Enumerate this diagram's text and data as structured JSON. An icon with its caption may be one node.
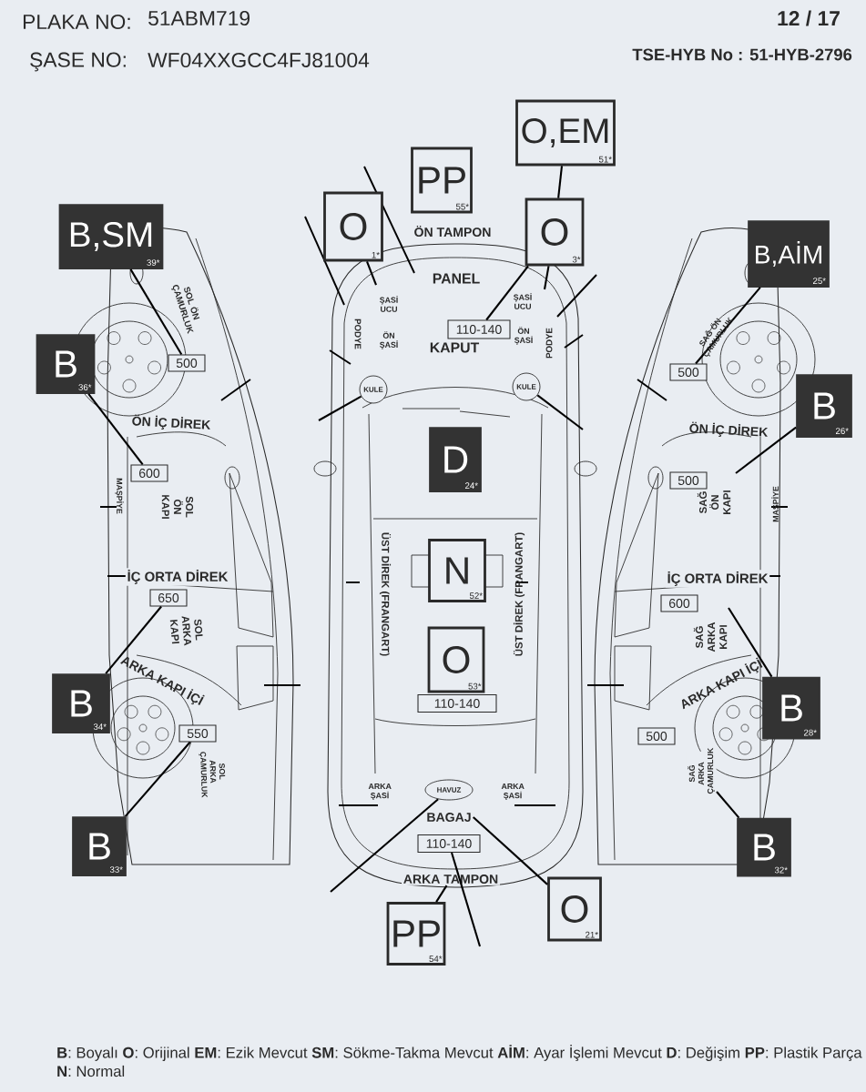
{
  "diagram": {
    "nodes": [
      {
        "text": [
          "B,SM",
          "39*"
        ]
      },
      {
        "text": [
          "B",
          "36*"
        ]
      },
      {
        "text": [
          "500"
        ]
      },
      {
        "text": [
          "600"
        ]
      },
      {
        "text": [
          "650"
        ]
      },
      {
        "text": [
          "B",
          "34*"
        ]
      },
      {
        "text": [
          "550"
        ]
      },
      {
        "text": [
          "B",
          "33*"
        ]
      },
      {
        "text": [
          "PP",
          "55*"
        ]
      },
      {
        "text": [
          "O,EM",
          "51*"
        ]
      },
      {
        "text": [
          "O",
          "1*"
        ]
      },
      {
        "text": [
          "O",
          "3*"
        ]
      },
      {
        "text": [
          "110-140"
        ]
      },
      {
        "text": [
          "KULE"
        ]
      },
      {
        "text": [
          "KULE"
        ]
      },
      {
        "text": [
          "D",
          "24*"
        ]
      },
      {
        "text": [
          "N",
          "52*"
        ]
      },
      {
        "text": [
          "O",
          "53*"
        ]
      },
      {
        "text": [
          "110-140"
        ]
      },
      {
        "text": [
          "HAVUZ"
        ]
      },
      {
        "text": [
          "110-140"
        ]
      },
      {
        "text": [
          "PP",
          "54*"
        ]
      },
      {
        "text": [
          "O",
          "21*"
        ]
      },
      {
        "text": [
          "B,AİM",
          "25*"
        ]
      },
      {
        "text": [
          "500"
        ]
      },
      {
        "text": [
          "B",
          "26*"
        ]
      },
      {
        "text": [
          "500"
        ]
      },
      {
        "text": [
          "600"
        ]
      },
      {
        "text": [
          "B",
          "28*"
        ]
      },
      {
        "text": [
          "500"
        ]
      },
      {
        "text": [
          "B",
          "32*"
        ]
      },
      {
        "text": [
          "BAGAJ"
        ]
      },
      {
        "text": [
          "ARKA TAMPON"
        ]
      },
      {
        "text": [
          "SAĞ ARKA ÇAMURLUK"
        ]
      }
    ],
    "edges": [
      {
        "from": 0,
        "to": 2,
        "arrow": "none"
      },
      {
        "from": 1,
        "to": 3,
        "arrow": "none"
      },
      {
        "from": 5,
        "to": 4,
        "arrow": "none"
      },
      {
        "from": 7,
        "to": 6,
        "arrow": "none"
      },
      {
        "from": 9,
        "to": 11,
        "arrow": "none"
      },
      {
        "from": 11,
        "to": 12,
        "arrow": "none"
      },
      {
        "from": 11,
        "to": null,
        "arrow": "none"
      },
      {
        "from": 10,
        "to": null,
        "arrow": "none"
      },
      {
        "from": 13,
        "to": null,
        "arrow": "none"
      },
      {
        "from": 14,
        "to": null,
        "arrow": "none"
      },
      {
        "from": 19,
        "to": null,
        "arrow": "none"
      },
      {
        "from": 20,
        "to": null,
        "arrow": "none"
      },
      {
        "from": 21,
        "to": 32,
        "arrow": "none"
      },
      {
        "from": 22,
        "to": 31,
        "arrow": "none"
      },
      {
        "from": 23,
        "to": 24,
        "arrow": "none"
      },
      {
        "from": 25,
        "to": null,
        "arrow": "none"
      },
      {
        "from": 28,
        "to": null,
        "arrow": "none"
      },
      {
        "from": 30,
        "to": 33,
        "arrow": "none"
      }
    ],
    "labels": [
      "PLAKA NO:",
      "51ABM719",
      "ŞASE NO:",
      "WF04XXGCC4FJ81004",
      "12 / 17",
      "TSE-HYB No : 51-HYB-2796",
      "SOL ÖN ÇAMURLUK",
      "ÖN İÇ DİREK",
      "MAŞPİYE",
      "SOL ÖN KAPI",
      "İÇ ORTA DİREK",
      "SOL ARKA KAPI",
      "ARKA KAPI İÇİ",
      "SOL ARKA ÇAMURLUK",
      "ÖN TAMPON",
      "PANEL",
      "ŞASİ UCU",
      "ÖN ŞASİ",
      "PODYE",
      "KAPUT",
      "ŞASİ UCU",
      "ÖN ŞASİ",
      "PODYE",
      "ÜST DİREK (FRANGART)",
      "ÜST DİREK (FRANGART)",
      "ARKA ŞASİ",
      "ARKA ŞASİ",
      "SAĞ ÖN ÇAMURLUK",
      "ÖN İÇ DİREK",
      "SAĞ ÖN KAPI",
      "MAŞPİYE",
      "İÇ ORTA DİREK",
      "SAĞ ARKA KAPI",
      "ARKA KAPI İÇİ",
      "**B**: Boyalı **O**: Orijinal **EM**: Ezik Mevcut **SM**: Sökme-Takma Mevcut **AİM**: Ayar İşlemi Mevcut **D**: Değişim **PP**: Plastik Parça",
      "**N**: Normal"
    ]
  }
}
